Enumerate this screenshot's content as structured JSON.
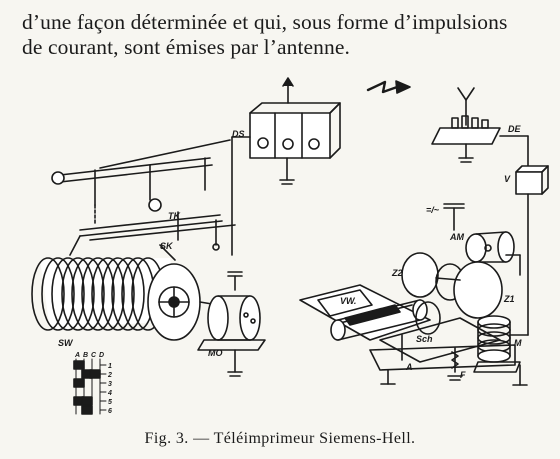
{
  "text": {
    "line1": "d’une façon déterminée et qui, sous forme d’impulsions",
    "line2": "de courant, sont émises par l’antenne."
  },
  "figure": {
    "caption": "Fig. 3. — Téléimprimeur Siemens-Hell.",
    "labels": {
      "ds": "DS",
      "de": "DE",
      "v": "V",
      "tk": "TK",
      "sk": "SK",
      "sw": "SW",
      "mo": "MO",
      "am": "AM",
      "power": "=/~",
      "z2": "Z2",
      "z1": "Z1",
      "vw": "VW.",
      "sch": "Sch",
      "m": "M",
      "a": "A",
      "f": "F"
    },
    "code_table": {
      "columns": [
        "A",
        "B",
        "C",
        "D"
      ],
      "rows": [
        "1",
        "2",
        "3",
        "4",
        "5",
        "6"
      ]
    }
  }
}
